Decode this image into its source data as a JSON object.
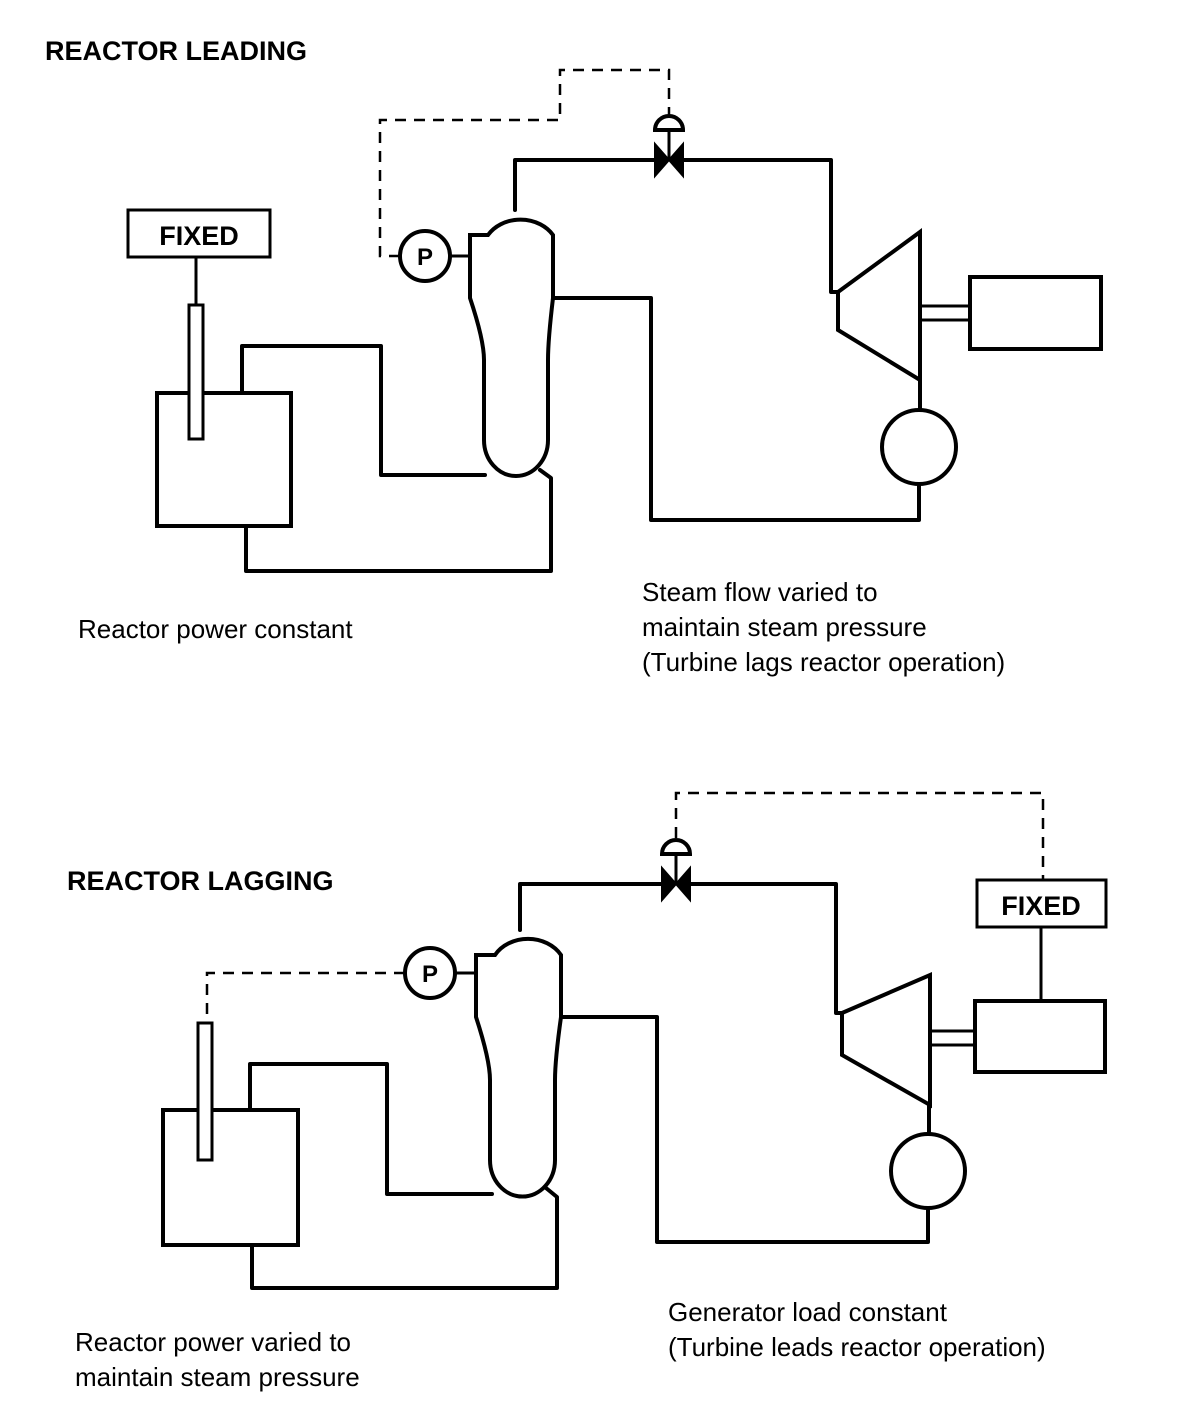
{
  "top": {
    "heading": "REACTOR LEADING",
    "fixed_label": "FIXED",
    "pressure_label": "P",
    "caption_left": [
      "Reactor power constant"
    ],
    "caption_right": [
      "Steam flow varied to",
      "maintain steam pressure",
      "(Turbine lags reactor operation)"
    ]
  },
  "bottom": {
    "heading": "REACTOR LAGGING",
    "fixed_label": "FIXED",
    "pressure_label": "P",
    "caption_left": [
      "Reactor power varied to",
      "maintain steam pressure"
    ],
    "caption_right": [
      "Generator load constant",
      "(Turbine leads reactor operation)"
    ]
  }
}
